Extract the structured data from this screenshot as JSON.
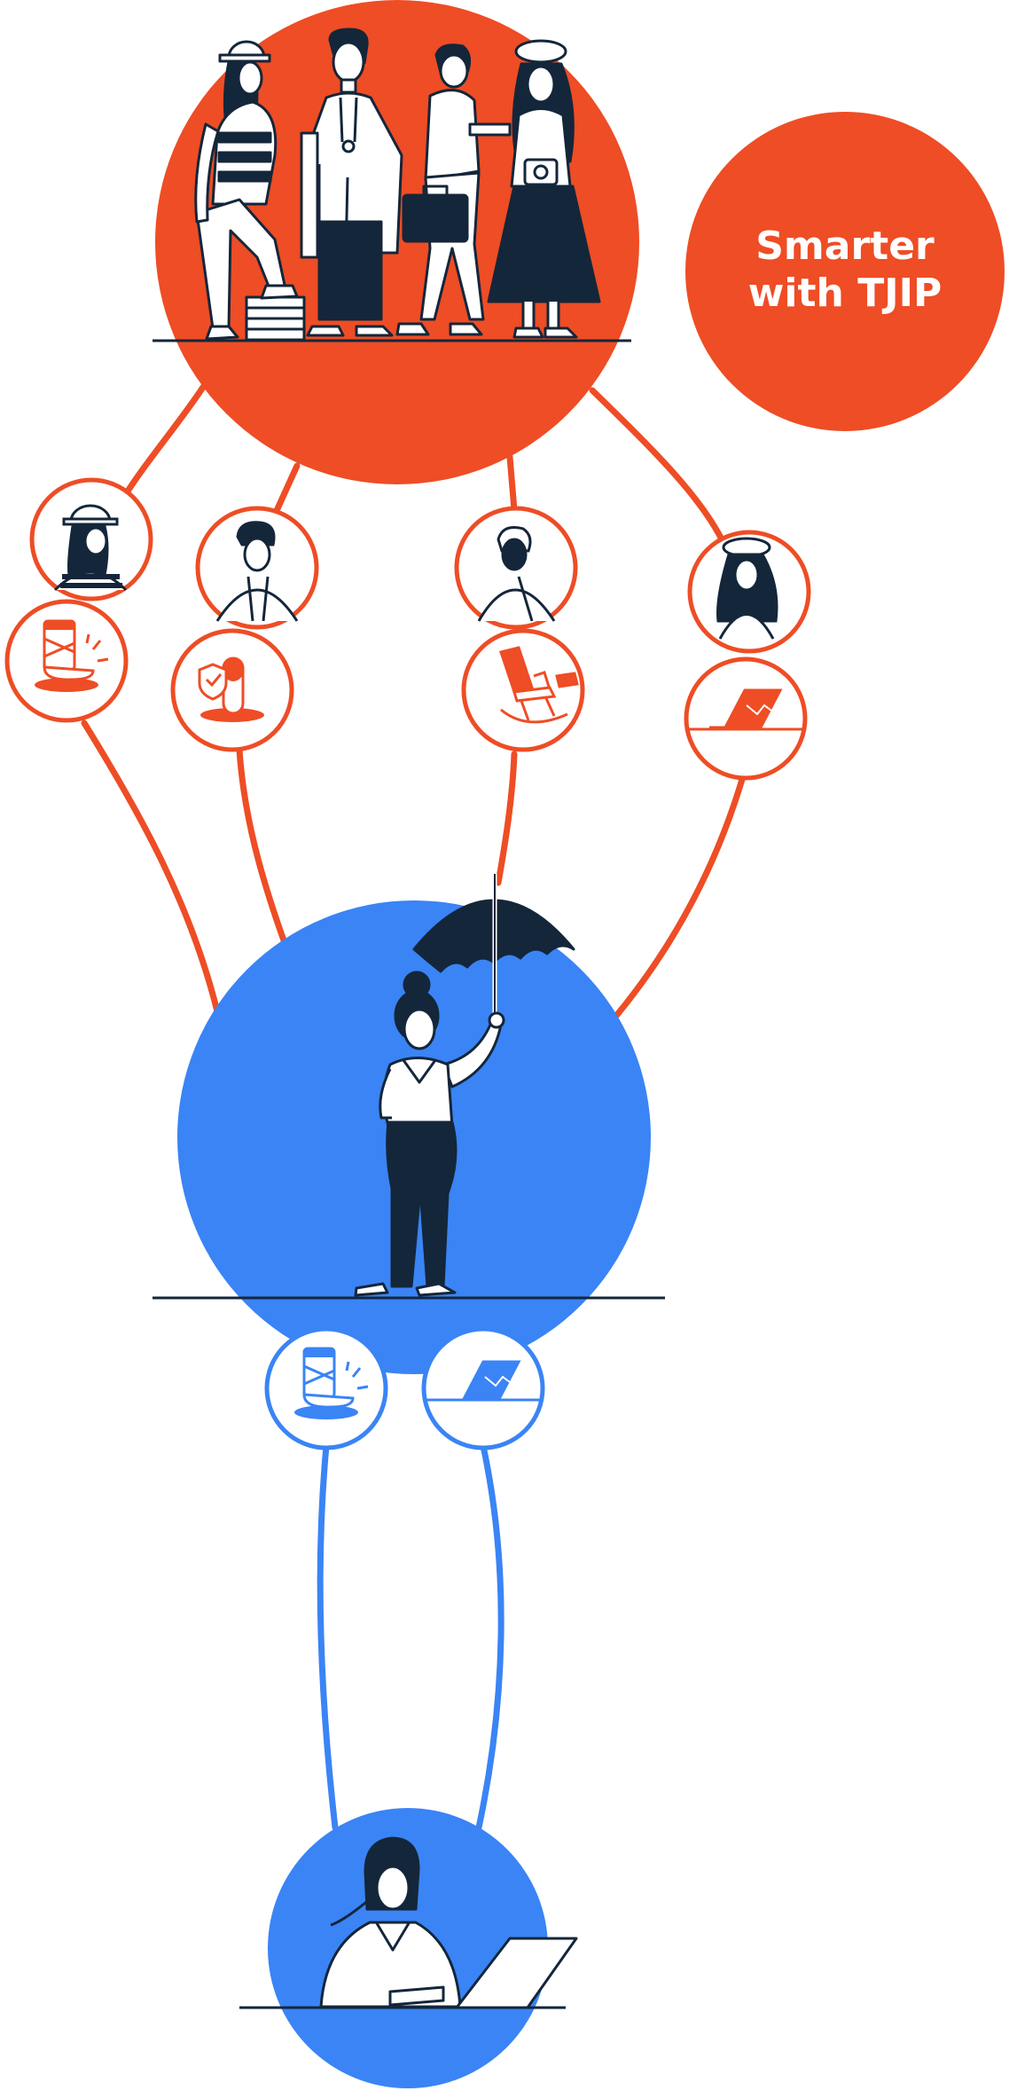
{
  "badge": {
    "line1": "Smarter",
    "line2": "with TJIP"
  },
  "colors": {
    "orange": "#EE4D25",
    "blue": "#3A84F5",
    "navy": "#14263A",
    "white": "#FFFFFF"
  },
  "icons": {
    "group": "people-group-illustration",
    "person_helmet": "worker-helmet-icon",
    "person_doctor": "doctor-icon",
    "person_business": "businessman-icon",
    "person_beret": "artist-beret-icon",
    "injury": "leg-cast-icon",
    "health": "medical-shield-pill-icon",
    "retirement": "rocking-chair-icon",
    "laptop": "laptop-icon",
    "umbrella_woman": "woman-with-umbrella-illustration",
    "desk_woman": "woman-at-laptop-illustration"
  }
}
